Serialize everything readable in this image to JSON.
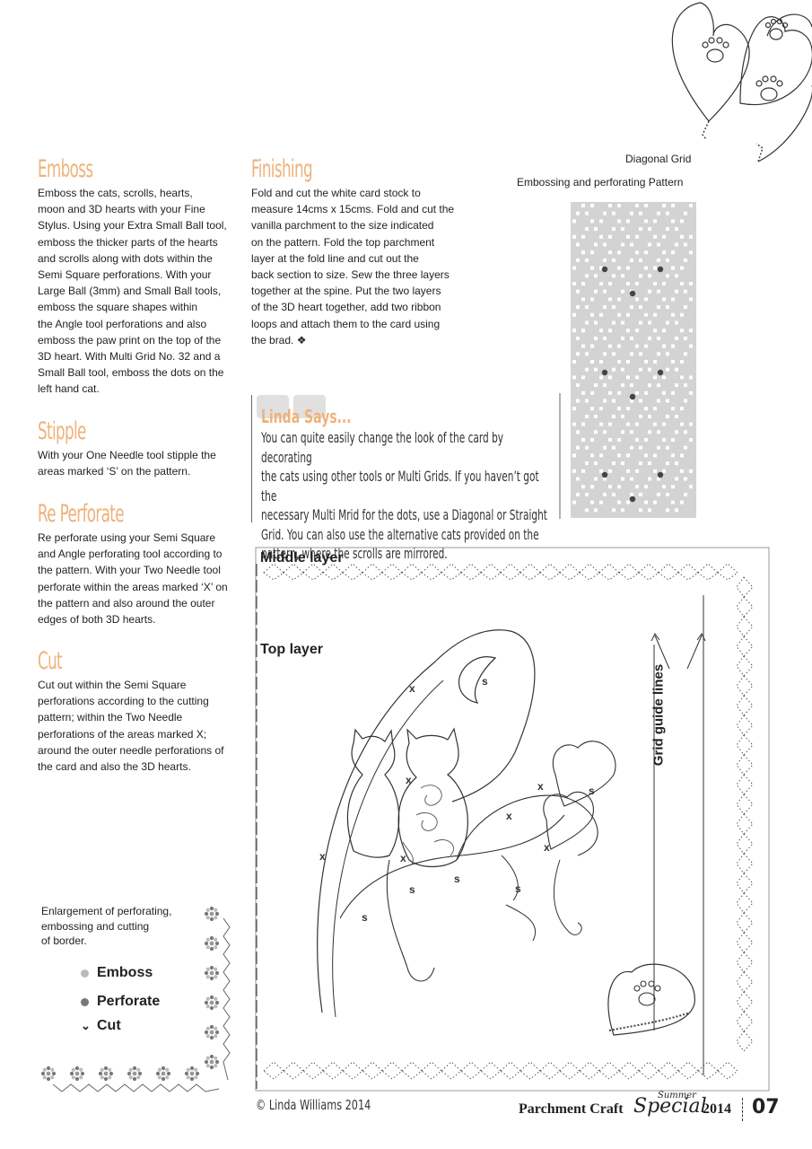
{
  "sections": {
    "emboss": {
      "title": "Emboss",
      "lines": [
        "Emboss the cats, scrolls, hearts,",
        "moon and 3D hearts with your Fine",
        "Stylus. Using your Extra Small Ball tool,",
        "emboss the thicker parts of the hearts",
        "and scrolls along with dots within the",
        "Semi Square perforations. With your",
        "Large Ball (3mm) and Small Ball tools,",
        "emboss the square shapes within",
        "the Angle tool perforations and also",
        "emboss the paw print on the top of the",
        "3D heart. With Multi Grid No. 32 and a",
        "Small Ball tool, emboss the dots on the",
        "left hand cat."
      ]
    },
    "stipple": {
      "title": "Stipple",
      "lines": [
        "With your One Needle tool stipple the",
        "areas marked ‘S’ on the pattern."
      ]
    },
    "reperforate": {
      "title": "Re Perforate",
      "lines": [
        "Re perforate using your Semi Square",
        "and Angle perforating tool according to",
        "the pattern. With your Two Needle tool",
        "perforate within the areas marked ‘X’ on",
        "the pattern and also around the outer",
        "edges of both 3D hearts."
      ]
    },
    "cut": {
      "title": "Cut",
      "lines": [
        "Cut out within the Semi Square",
        "perforations according to the cutting",
        "pattern; within the Two Needle",
        "perforations of the areas marked X;",
        "around the outer needle perforations of",
        "the card and also the 3D hearts."
      ]
    },
    "finishing": {
      "title": "Finishing",
      "lines": [
        "Fold and cut the white card stock to",
        "measure 14cms x 15cms. Fold and cut the",
        "vanilla parchment to the size indicated",
        "on the pattern. Fold the top parchment",
        "layer at the fold line and cut out the",
        "back section to size. Sew the three layers",
        "together at the spine. Put the two layers",
        "of the 3D heart together, add two ribbon",
        "loops and attach them to the card using",
        "the brad. ❖"
      ]
    }
  },
  "linda": {
    "title": "Linda Says...",
    "lines": [
      "You can quite easily change the look of the card by decorating",
      "the cats using other tools or Multi Grids. If you haven’t got the",
      "necessary Multi Mrid for the dots, use a Diagonal or Straight",
      "Grid. You can also use the alternative cats provided on the",
      "pattern, where the scrolls are mirrored."
    ]
  },
  "grid_figure": {
    "caption_line1": "Diagonal Grid",
    "caption_line2": "Embossing and perforating Pattern"
  },
  "pattern": {
    "middle_layer": "Middle layer",
    "top_layer": "Top layer",
    "grid_guide": "Grid guide lines",
    "marks": [
      {
        "label": "x"
      },
      {
        "label": "s"
      },
      {
        "label": "x"
      },
      {
        "label": "x"
      },
      {
        "label": "s"
      },
      {
        "label": "x"
      },
      {
        "label": "x"
      },
      {
        "label": "x"
      },
      {
        "label": "s"
      },
      {
        "label": "s"
      },
      {
        "label": "s"
      },
      {
        "label": "s"
      },
      {
        "label": "x"
      }
    ]
  },
  "legend": {
    "caption_lines": [
      "Enlargement of perforating,",
      "embossing and cutting",
      "of border."
    ],
    "items": [
      {
        "icon": "emboss-dot-icon",
        "label": "Emboss",
        "color": "#bbbbbb"
      },
      {
        "icon": "perforate-dot-icon",
        "label": "Perforate",
        "color": "#777777"
      },
      {
        "icon": "chevron-down-icon",
        "label": "Cut",
        "color": "#222222"
      }
    ]
  },
  "footer": {
    "copyright": "© Linda Williams 2014",
    "brand": "Parchment Craft",
    "script_small": "Summer",
    "script_large": "Special",
    "year": "2014",
    "page": "07"
  },
  "colors": {
    "heading": "#efb27a",
    "text": "#222222",
    "grid": "#c8c8c8",
    "linda_bg": "#e0e0e0"
  }
}
